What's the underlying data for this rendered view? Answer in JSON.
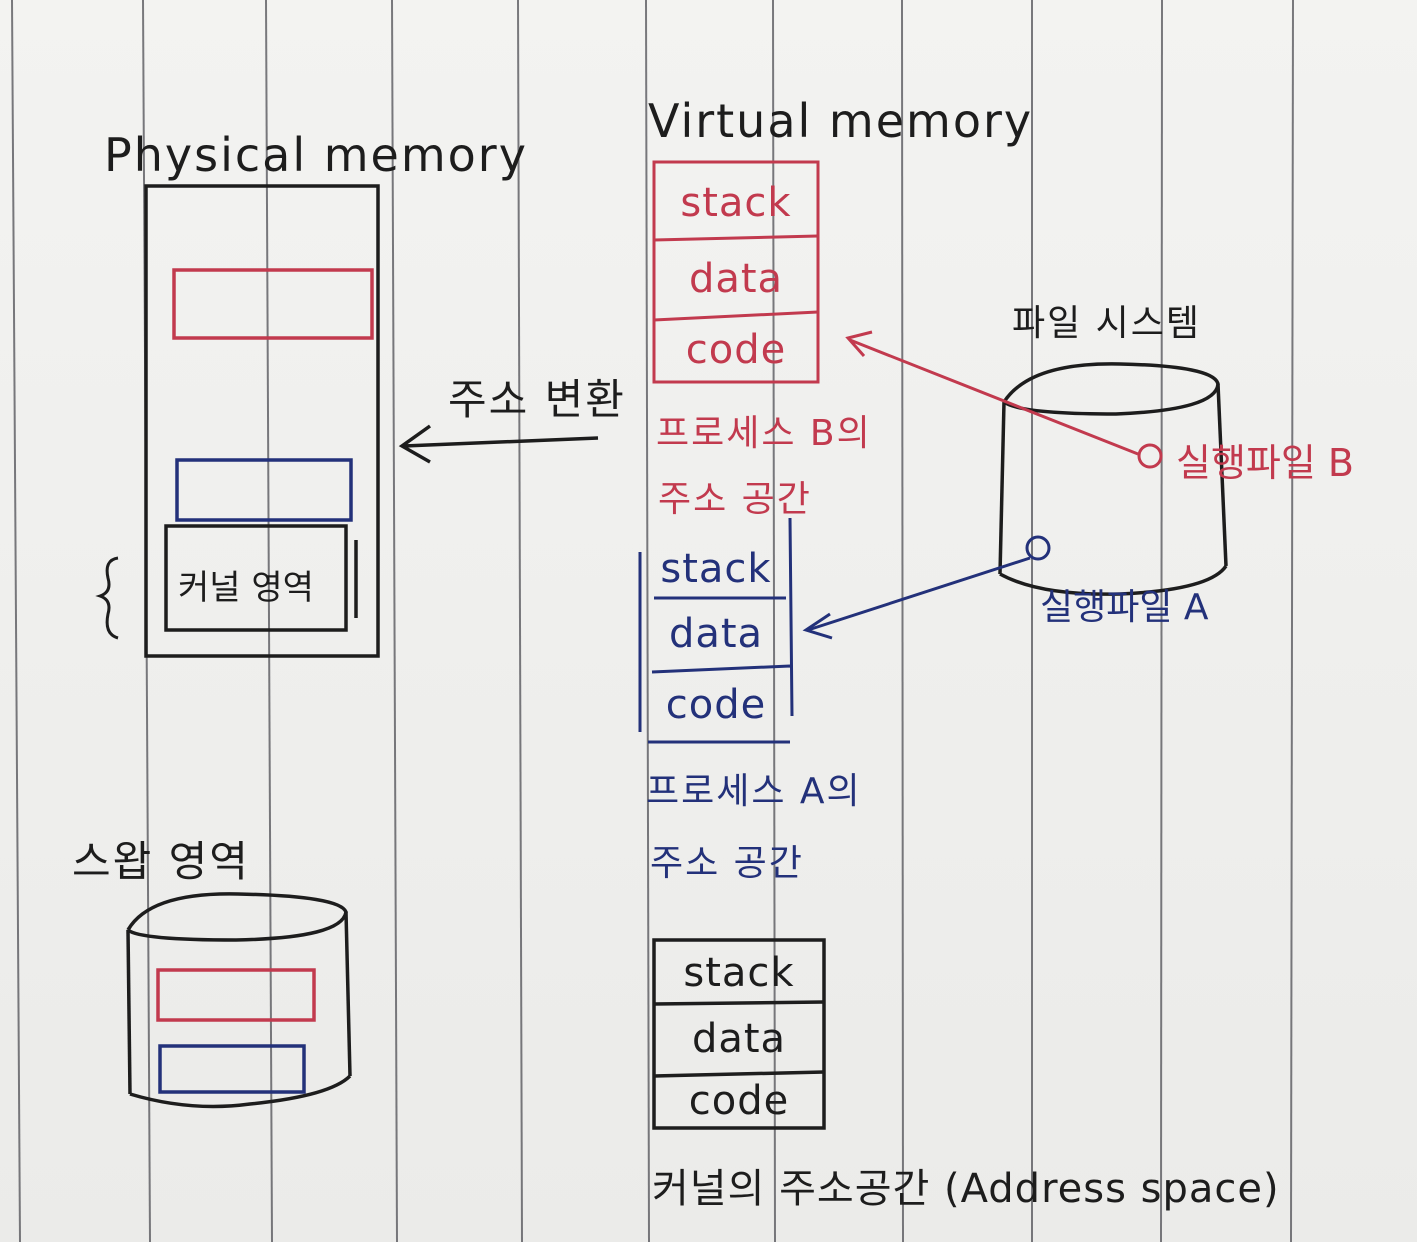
{
  "physical": {
    "title": "Physical memory",
    "kernel_region": "커널 영역"
  },
  "address_translation": "주소 변환",
  "virtual": {
    "title": "Virtual memory",
    "process_b": {
      "segments": [
        "stack",
        "data",
        "code"
      ],
      "caption_line1": "프로세스 B의",
      "caption_line2": "주소 공간"
    },
    "process_a": {
      "segments": [
        "stack",
        "data",
        "code"
      ],
      "caption_line1": "프로세스 A의",
      "caption_line2": "주소 공간"
    },
    "kernel": {
      "segments": [
        "stack",
        "data",
        "code"
      ],
      "caption": "커널의 주소공간 (Address space)"
    }
  },
  "filesystem": {
    "title": "파일 시스템",
    "executable_b": "실행파일 B",
    "executable_a": "실행파일 A"
  },
  "swap": {
    "title": "스왑 영역"
  },
  "colors": {
    "process_b": "#c23a4e",
    "process_a": "#23317a",
    "ink": "#1d1d1d",
    "paper": "#efefed",
    "rule": "#55555a"
  }
}
